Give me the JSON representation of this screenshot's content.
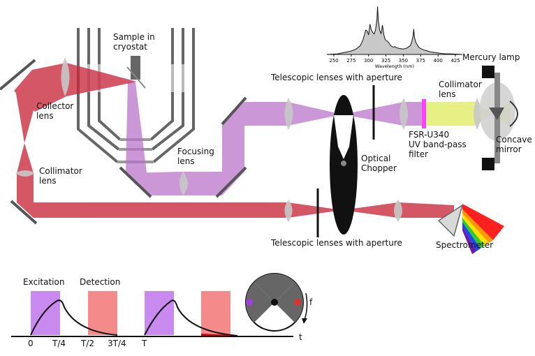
{
  "labels": {
    "sample": "Sample in\ncryostat",
    "collector_lens": "Collector\nlens",
    "collimator_lens_left": "Collimator\nlens",
    "focusing_lens": "Focusing\nlens",
    "telescopic_top": "Telescopic lenses with aperture",
    "telescopic_bottom": "Telescopic lenses with aperture",
    "optical_chopper": "Optical\nChopper",
    "filter": "FSR-U340\nUV band-pass\nfilter",
    "collimator_lens_right": "Collimator\nlens",
    "mercury_lamp": "Mercury lamp",
    "concave_mirror": "Concave\nmirror",
    "spectrometer": "Spectrometer"
  },
  "timing": {
    "excitation": "Excitation",
    "detection": "Detection",
    "tick_0": "0",
    "tick_t4": "T/4",
    "tick_t2": "T/2",
    "tick_3t4": "3T/4",
    "tick_t": "T",
    "axis_label": "t",
    "freq_label": "f"
  },
  "chart_data": {
    "type": "line",
    "title": "",
    "xlabel": "Wavelength (nm)",
    "ylabel": "",
    "xlim": [
      240,
      435
    ],
    "x_ticks": [
      250,
      275,
      300,
      325,
      350,
      375,
      400,
      425
    ],
    "series": [
      {
        "x": [
          240,
          255,
          265,
          275,
          282,
          288,
          292,
          296,
          298,
          300,
          302,
          304,
          306,
          308,
          310,
          312,
          313,
          314,
          316,
          318,
          320,
          322,
          324,
          326,
          328,
          330,
          332,
          334,
          336,
          338,
          340,
          345,
          350,
          355,
          360,
          362,
          364,
          365,
          366,
          368,
          370,
          372,
          375,
          380,
          385,
          390,
          395,
          400,
          405,
          410,
          420,
          435
        ],
        "values": [
          0.0,
          0.01,
          0.04,
          0.07,
          0.11,
          0.18,
          0.3,
          0.5,
          0.48,
          0.4,
          0.62,
          0.5,
          0.45,
          0.42,
          0.5,
          0.7,
          0.98,
          0.7,
          0.5,
          0.42,
          0.6,
          0.4,
          0.3,
          0.28,
          0.26,
          0.22,
          0.18,
          0.16,
          0.15,
          0.16,
          0.14,
          0.12,
          0.11,
          0.13,
          0.18,
          0.25,
          0.38,
          0.52,
          0.35,
          0.25,
          0.2,
          0.15,
          0.12,
          0.09,
          0.07,
          0.05,
          0.04,
          0.03,
          0.02,
          0.015,
          0.01,
          0.0
        ]
      }
    ]
  },
  "colors": {
    "pump_beam": "#b870c8",
    "probe_beam": "#c8283c",
    "lamp_beam": "#e2ee70",
    "filter": "#ff40ff",
    "lens": "#c8c8c8",
    "mirror": "#555555",
    "excitation_box": "#c98af0",
    "detection_box": "#f48a8a"
  },
  "timing_chart": {
    "period_fraction_excitation": [
      0,
      0.25
    ],
    "period_fraction_detection": [
      0.5,
      0.75
    ]
  }
}
